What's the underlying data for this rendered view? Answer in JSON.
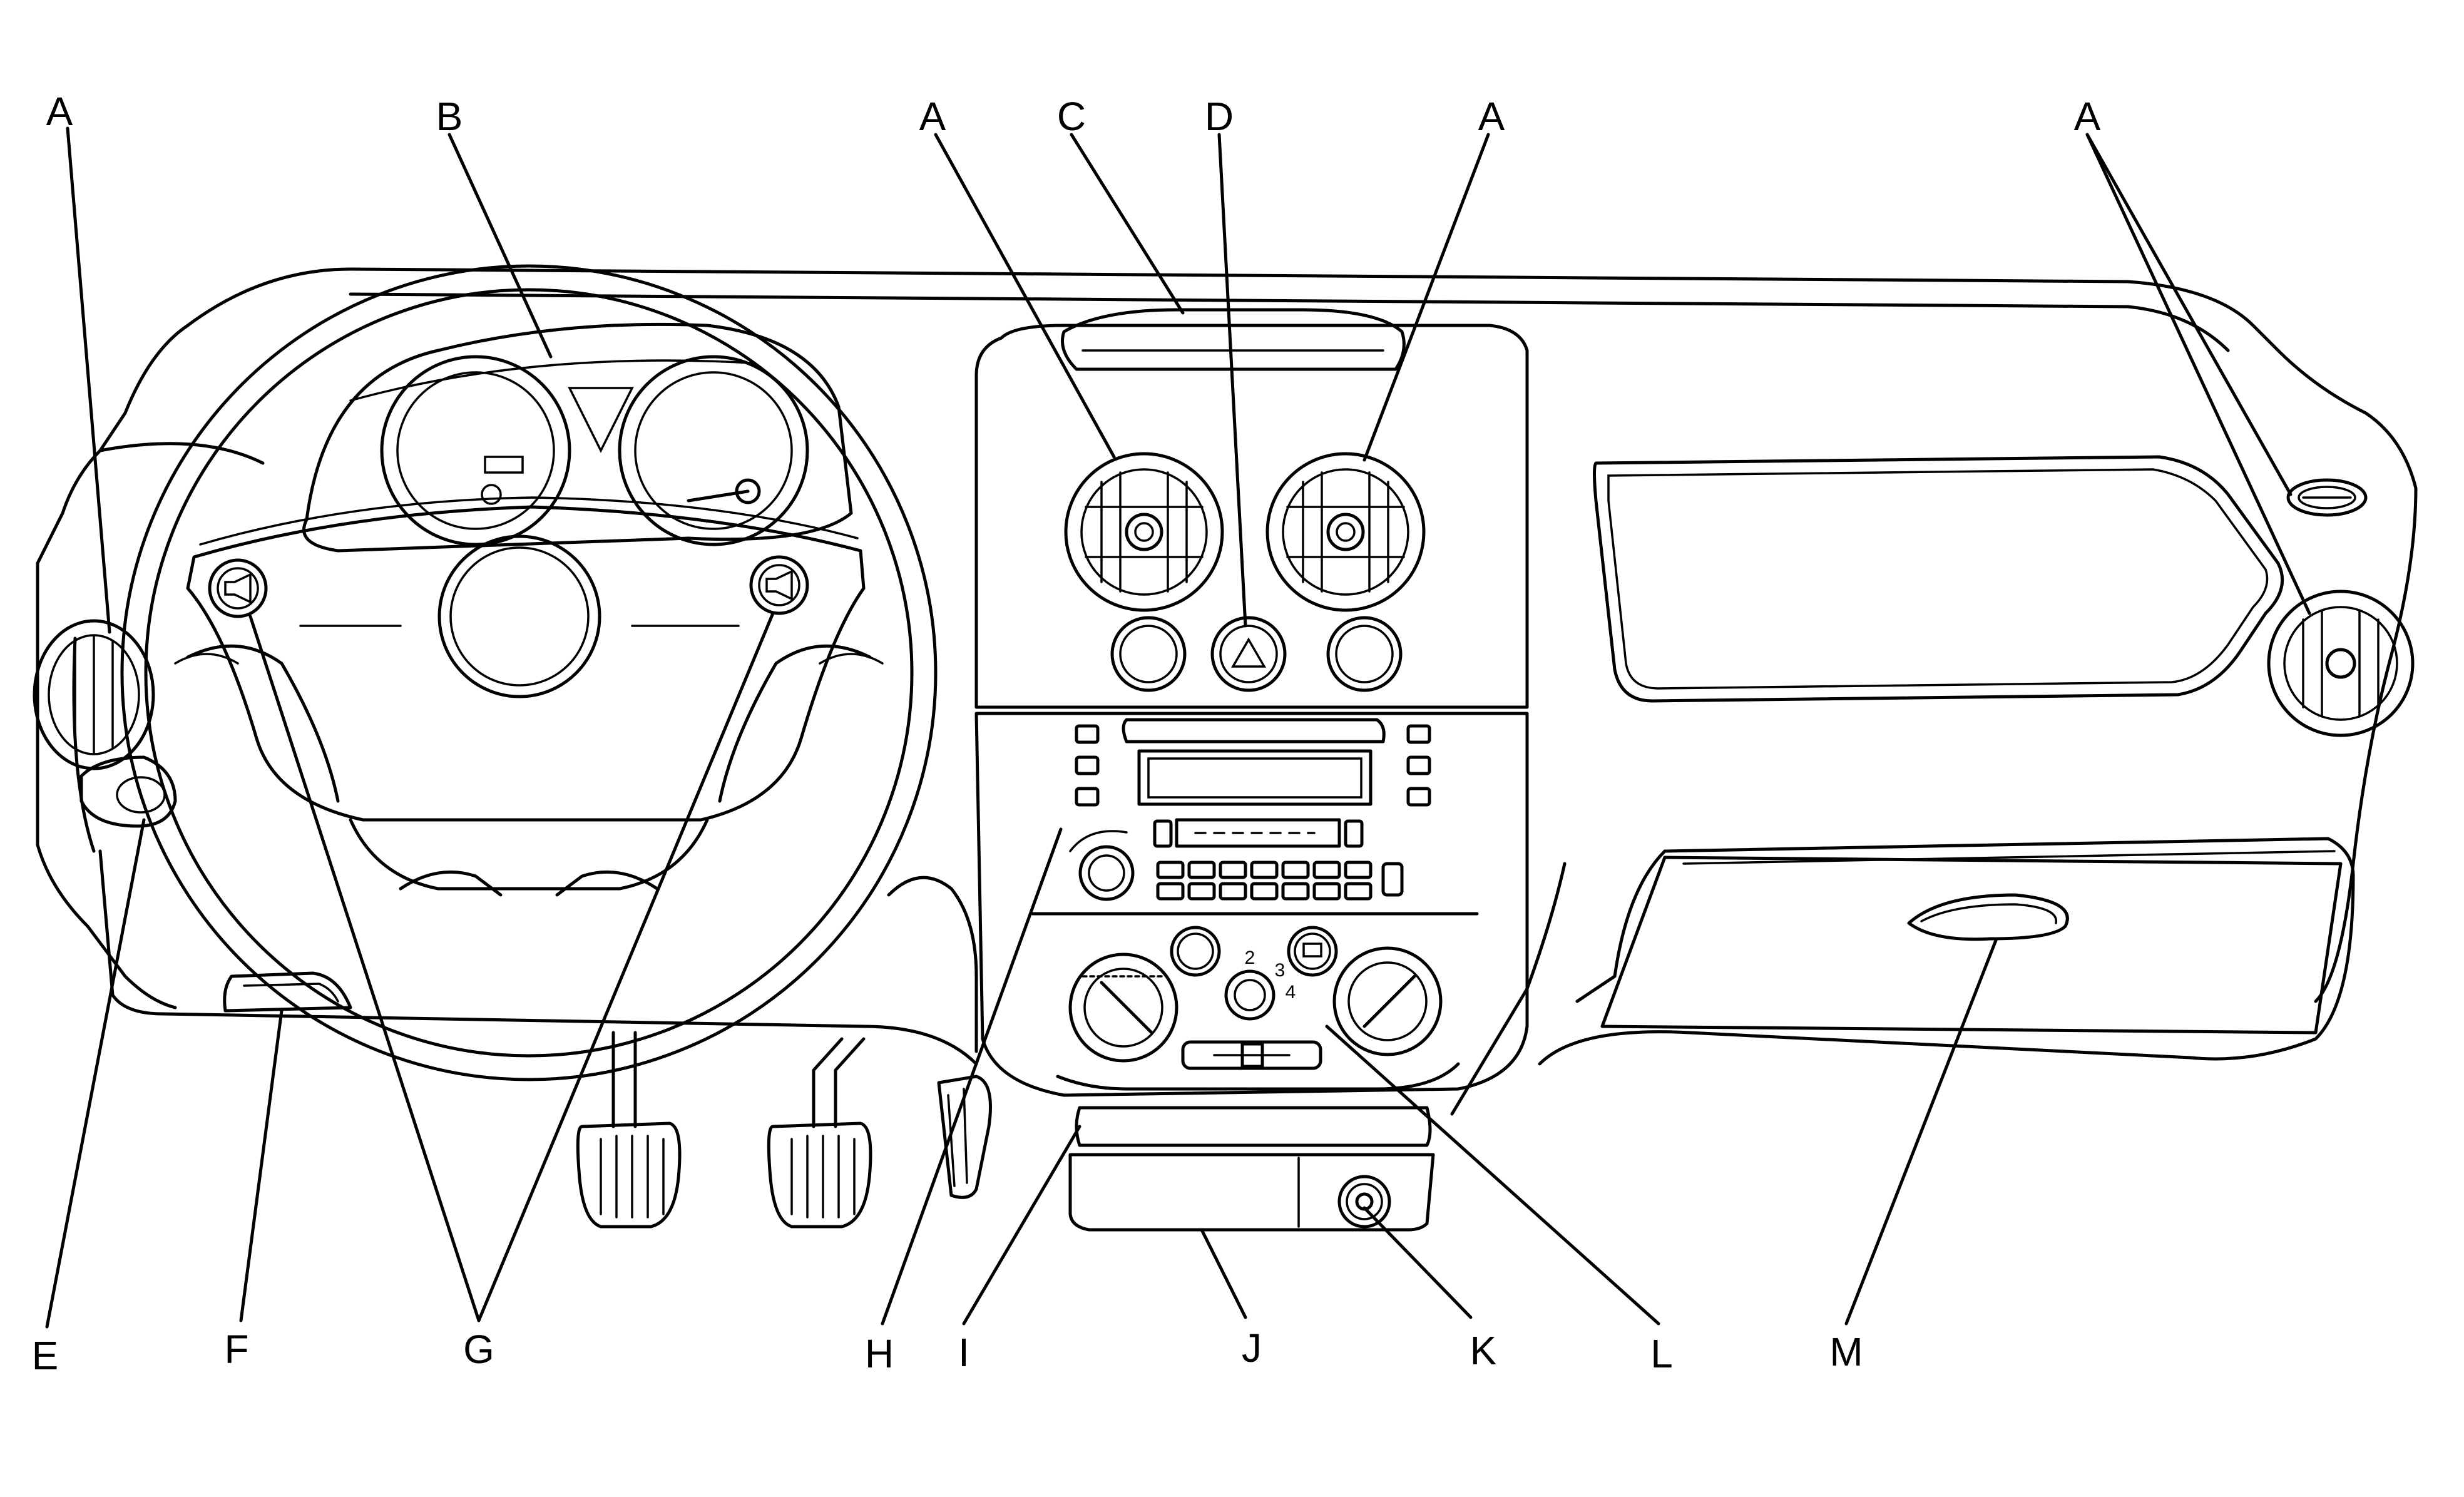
{
  "callouts": {
    "a1": "A",
    "a2": "A",
    "a3": "A",
    "a4": "A",
    "b": "B",
    "c": "C",
    "d": "D",
    "e": "E",
    "f": "F",
    "g": "G",
    "h": "H",
    "i": "I",
    "j": "J",
    "k": "K",
    "l": "L",
    "m": "M"
  },
  "fan_speed_positions": {
    "p2": "2",
    "p3": "3",
    "p4": "4"
  },
  "colors": {
    "line": "#000000",
    "background": "#ffffff"
  }
}
